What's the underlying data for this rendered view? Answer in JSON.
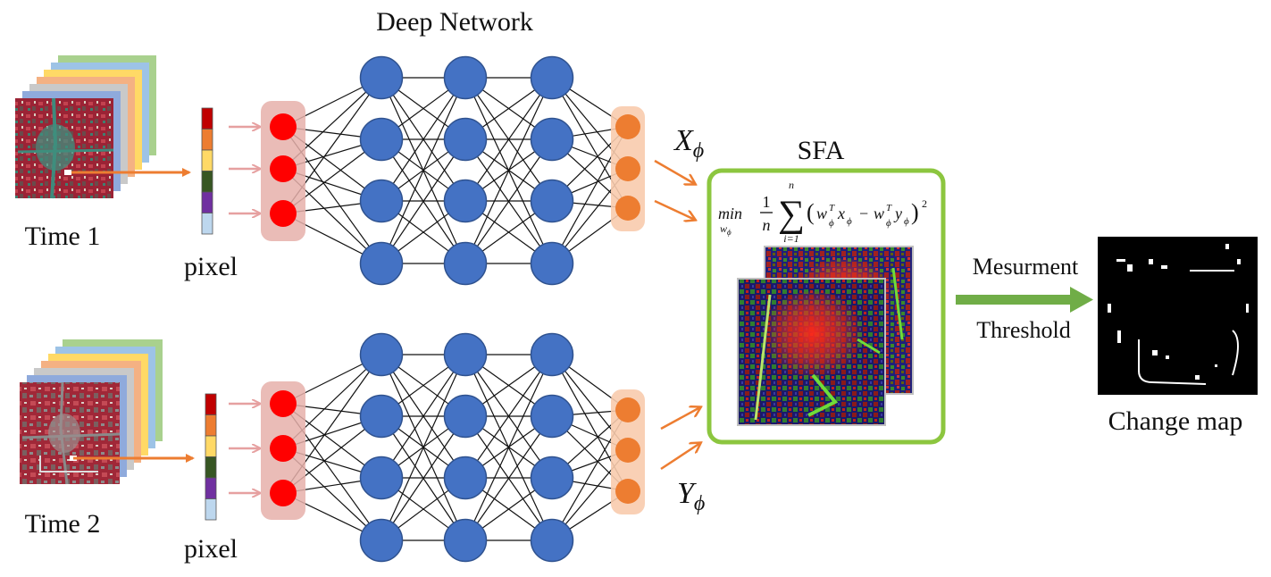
{
  "title": "Deep Network",
  "branches": [
    {
      "time_label": "Time 1",
      "pixel_label": "pixel",
      "output_label": "X",
      "output_subscript": "ϕ"
    },
    {
      "time_label": "Time 2",
      "pixel_label": "pixel",
      "output_label": "Y",
      "output_subscript": "ϕ"
    }
  ],
  "sfa": {
    "title": "SFA",
    "formula": {
      "min": "min",
      "min_sub": "w",
      "min_sub_sub": "ϕ",
      "frac_num": "1",
      "frac_den": "n",
      "sum_upper": "n",
      "sum_lower": "i=1",
      "sum_symbol": "∑",
      "term1": "w",
      "term1_sup": "T",
      "term1_sub": "ϕ",
      "term1_var": "x",
      "term2": "w",
      "term2_sup": "T",
      "term2_sub": "ϕ",
      "term2_var": "y",
      "var_sub": "ϕ",
      "minus": "−",
      "power": "2"
    }
  },
  "measurement_label": "Mesurment",
  "threshold_label": "Threshold",
  "output_label": "Change map",
  "colors": {
    "node_blue": "#4472c4",
    "input_node": "#ff0000",
    "input_panel": "#e6b0aa",
    "output_node": "#ed7d31",
    "output_panel": "#f8cbad",
    "orange_arrow": "#ed7d31",
    "pink_arrow": "#e6a0a0",
    "sfa_border": "#8cc63f",
    "green_arrow": "#70ad47"
  },
  "pixel_bar_colors": [
    "#c00000",
    "#ed7d31",
    "#ffd966",
    "#375623",
    "#7030a0",
    "#bdd7ee"
  ],
  "stack_colors": [
    "#a9d18e",
    "#9dc3e6",
    "#ffd966",
    "#f4b183",
    "#c9c9c9",
    "#8faadc"
  ]
}
